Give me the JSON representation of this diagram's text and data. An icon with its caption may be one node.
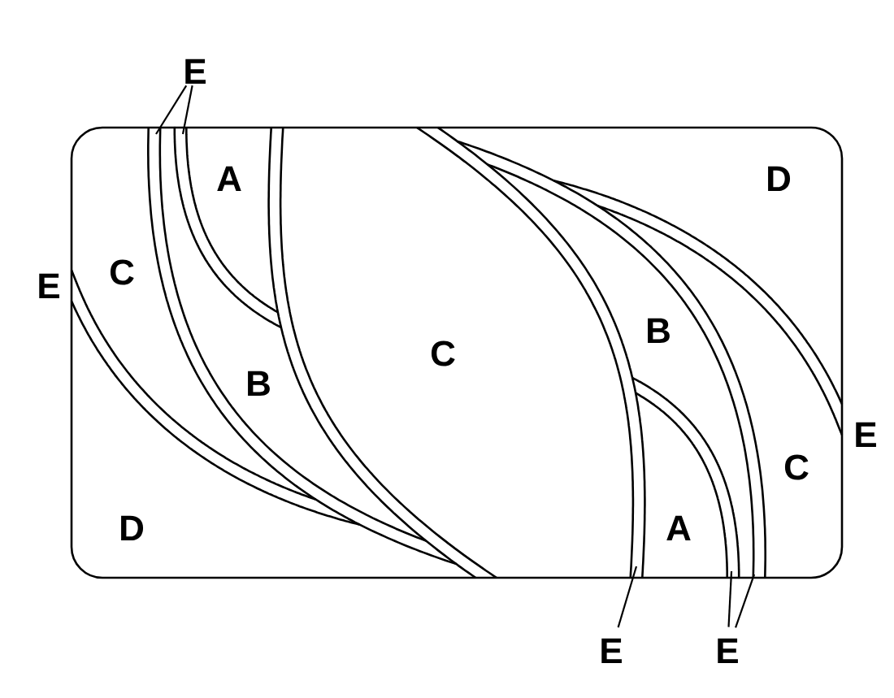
{
  "diagram": {
    "nodes": [
      {
        "text": [
          "E"
        ]
      },
      {
        "text": [
          "E"
        ]
      },
      {
        "text": [
          "E"
        ]
      }
    ],
    "edges": [
      {
        "from": 0,
        "to": null,
        "arrow": "none"
      },
      {
        "from": 0,
        "to": null,
        "arrow": "none"
      },
      {
        "from": 1,
        "to": null,
        "arrow": "none"
      },
      {
        "from": 2,
        "to": null,
        "arrow": "none"
      },
      {
        "from": 2,
        "to": null,
        "arrow": "none"
      }
    ],
    "labels": [
      "A",
      "D",
      "C",
      "E",
      "B",
      "C",
      "B",
      "E",
      "C",
      "D",
      "A"
    ]
  }
}
